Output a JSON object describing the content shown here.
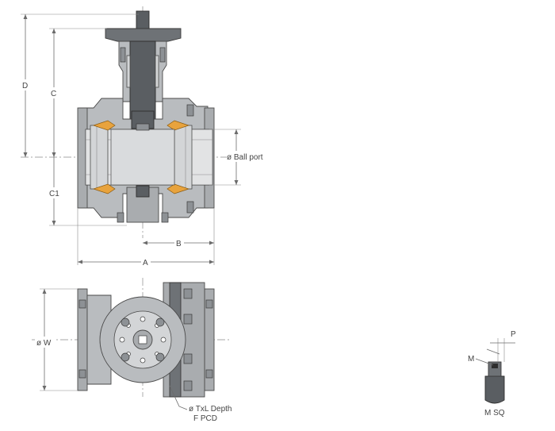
{
  "labels": {
    "dim_d": "D",
    "dim_c": "C",
    "dim_c1": "C1",
    "dim_b": "B",
    "dim_a": "A",
    "ball_port": "ø Ball port",
    "dim_w": "ø W",
    "tap_depth": "ø TxL Depth",
    "pcd": "F PCD",
    "dim_p": "P",
    "dim_m": "M",
    "m_sq": "M SQ"
  },
  "colors": {
    "body": "#b9bcbf",
    "dark_body": "#6e7276",
    "seat": "#e8a33d"
  }
}
